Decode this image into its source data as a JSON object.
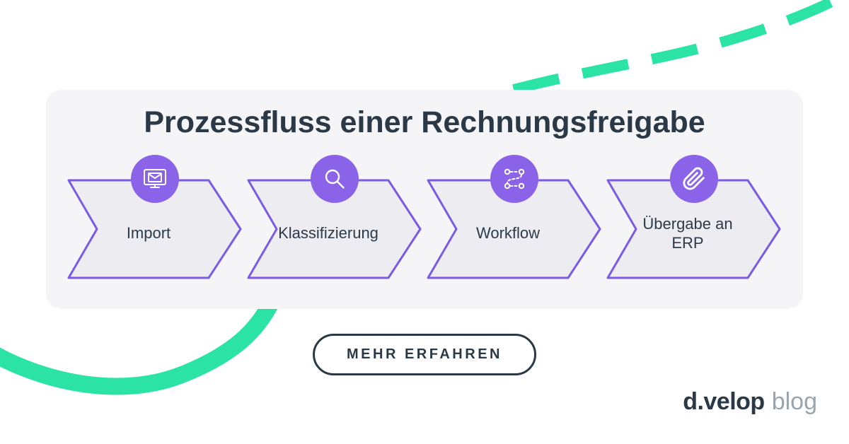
{
  "card": {
    "title": "Prozessfluss einer Rechnungsfreigabe"
  },
  "steps": [
    {
      "label": "Import",
      "icon": "monitor-mail-import-icon"
    },
    {
      "label": "Klassifizierung",
      "icon": "magnifier-icon"
    },
    {
      "label": "Workflow",
      "icon": "workflow-nodes-icon"
    },
    {
      "label": "Übergabe an ERP",
      "icon": "paperclip-icon"
    }
  ],
  "cta": {
    "label": "MEHR ERFAHREN"
  },
  "logo": {
    "brand": "d.velop",
    "suffix": "blog"
  },
  "colors": {
    "accent_green": "#2be3a4",
    "arrow_border_purple": "#7c5be4",
    "icon_circle_purple": "#8a63e8",
    "navy": "#2b3947",
    "card_bg": "#f5f5f7",
    "arrow_fill": "#ededf1",
    "logo_suffix_gray": "#9aa4ad"
  }
}
